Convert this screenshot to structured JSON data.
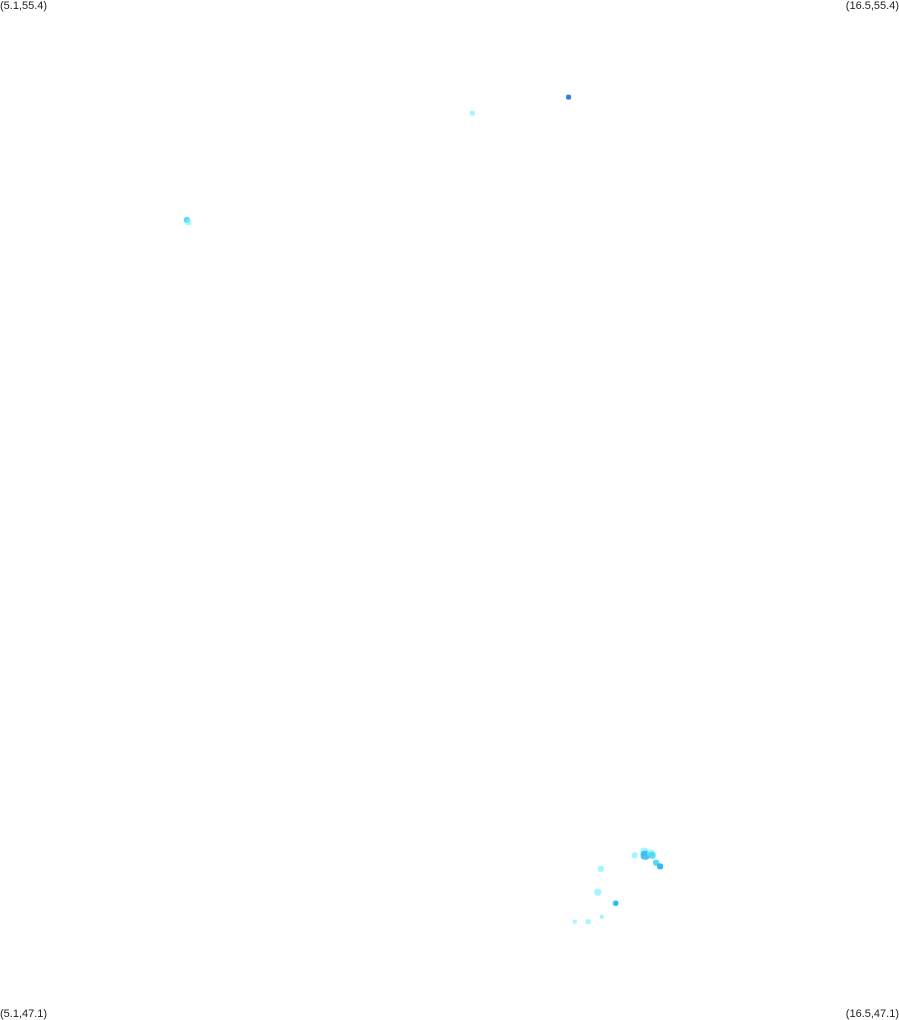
{
  "corners": {
    "top_left": "(5.1,55.4)",
    "top_right": "(16.5,55.4)",
    "bottom_left": "(5.1,47.1)",
    "bottom_right": "(16.5,47.1)"
  },
  "bounds": {
    "lon_min": 5.1,
    "lon_max": 16.5,
    "lat_min": 47.1,
    "lat_max": 55.4
  },
  "colors": {
    "light_cyan": "#7fefff",
    "cyan": "#33d6f5",
    "sky_blue": "#1fb0f0",
    "blue": "#1f7ae0"
  },
  "points": [
    {
      "lon": 12.31,
      "lat": 54.61,
      "color": "blue",
      "size": 5,
      "opacity": 0.95
    },
    {
      "lon": 11.09,
      "lat": 54.48,
      "color": "light_cyan",
      "size": 5,
      "opacity": 0.7
    },
    {
      "lon": 7.47,
      "lat": 53.61,
      "color": "cyan",
      "size": 6,
      "opacity": 0.85
    },
    {
      "lon": 7.49,
      "lat": 53.59,
      "color": "light_cyan",
      "size": 6,
      "opacity": 0.6
    },
    {
      "lon": 13.15,
      "lat": 48.44,
      "color": "light_cyan",
      "size": 6,
      "opacity": 0.7
    },
    {
      "lon": 13.27,
      "lat": 48.47,
      "color": "light_cyan",
      "size": 8,
      "opacity": 0.7
    },
    {
      "lon": 13.28,
      "lat": 48.44,
      "color": "sky_blue",
      "size": 9,
      "opacity": 0.8
    },
    {
      "lon": 13.35,
      "lat": 48.46,
      "color": "light_cyan",
      "size": 7,
      "opacity": 0.7
    },
    {
      "lon": 13.37,
      "lat": 48.44,
      "color": "cyan",
      "size": 7,
      "opacity": 0.8
    },
    {
      "lon": 13.42,
      "lat": 48.38,
      "color": "cyan",
      "size": 6,
      "opacity": 0.85
    },
    {
      "lon": 13.47,
      "lat": 48.35,
      "color": "sky_blue",
      "size": 6,
      "opacity": 0.9
    },
    {
      "lon": 12.72,
      "lat": 48.33,
      "color": "light_cyan",
      "size": 6,
      "opacity": 0.7
    },
    {
      "lon": 12.68,
      "lat": 48.14,
      "color": "light_cyan",
      "size": 7,
      "opacity": 0.7
    },
    {
      "lon": 12.9,
      "lat": 48.05,
      "color": "light_cyan",
      "size": 6,
      "opacity": 0.6
    },
    {
      "lon": 12.91,
      "lat": 48.05,
      "color": "sky_blue",
      "size": 5,
      "opacity": 0.9
    },
    {
      "lon": 12.73,
      "lat": 47.94,
      "color": "light_cyan",
      "size": 4,
      "opacity": 0.7
    },
    {
      "lon": 12.56,
      "lat": 47.9,
      "color": "light_cyan",
      "size": 5,
      "opacity": 0.7
    },
    {
      "lon": 12.39,
      "lat": 47.9,
      "color": "light_cyan",
      "size": 4,
      "opacity": 0.7
    }
  ]
}
